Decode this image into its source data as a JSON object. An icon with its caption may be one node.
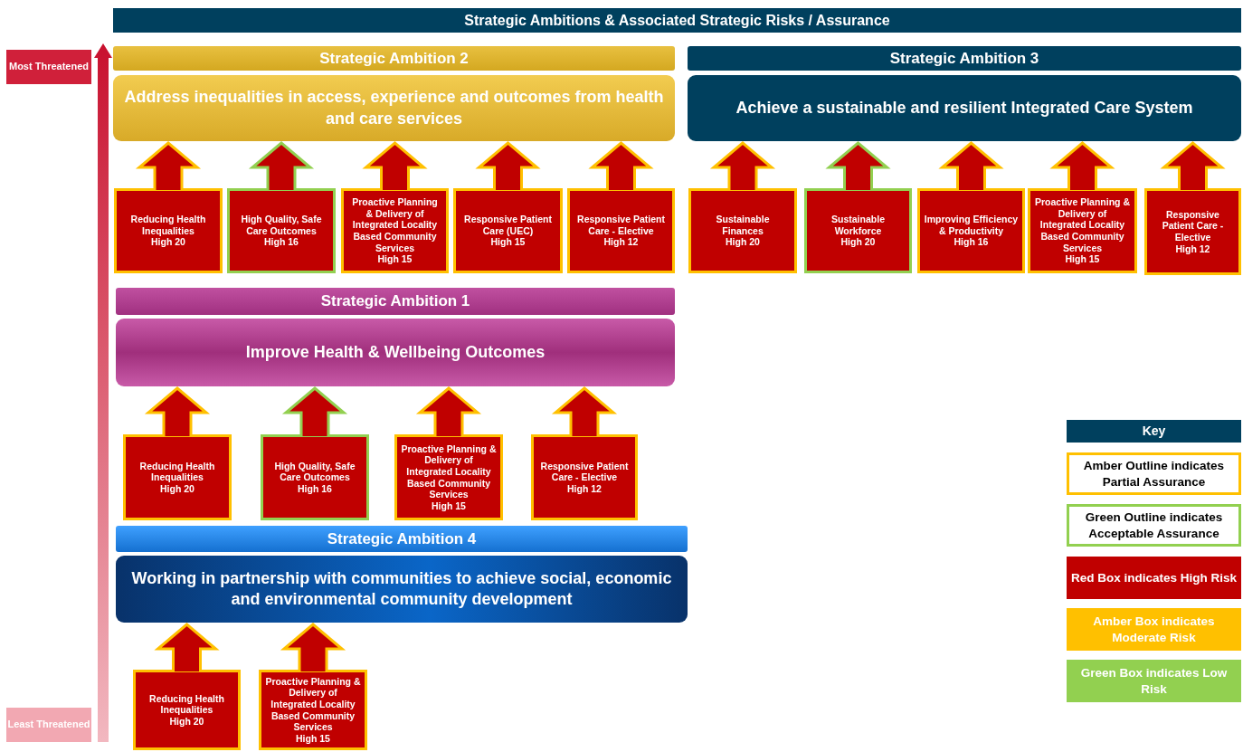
{
  "diagram": {
    "title": "Strategic Ambitions & Associated Strategic Risks / Assurance",
    "nodes": [
      {
        "text": [
          "Strategic Ambition 2",
          "Address inequalities in access, experience and outcomes from health and care services"
        ]
      },
      {
        "text": [
          "Strategic Ambition 3",
          "Achieve a sustainable and resilient Integrated Care System"
        ]
      },
      {
        "text": [
          "Reducing Health Inequalities",
          "High 20"
        ]
      },
      {
        "text": [
          "High Quality, Safe Care Outcomes",
          "High 16"
        ]
      },
      {
        "text": [
          "Proactive Planning & Delivery of Integrated Locality Based Community Services",
          "High 15"
        ]
      },
      {
        "text": [
          "Responsive Patient Care (UEC)",
          "High 15"
        ]
      },
      {
        "text": [
          "Responsive Patient Care - Elective",
          "High 12"
        ]
      },
      {
        "text": [
          "Sustainable Finances",
          "High 20"
        ]
      },
      {
        "text": [
          "Sustainable Workforce",
          "High 20"
        ]
      },
      {
        "text": [
          "Improving Efficiency & Productivity",
          "High 16"
        ]
      },
      {
        "text": [
          "Proactive Planning & Delivery of Integrated Locality Based Community Services",
          "High 15"
        ]
      },
      {
        "text": [
          "Responsive Patient Care - Elective",
          "High 12"
        ]
      },
      {
        "text": [
          "Strategic Ambition 1",
          "Improve Health & Wellbeing Outcomes"
        ]
      },
      {
        "text": [
          "Reducing Health Inequalities",
          "High 20"
        ]
      },
      {
        "text": [
          "High Quality, Safe Care Outcomes",
          "High 16"
        ]
      },
      {
        "text": [
          "Proactive Planning & Delivery of Integrated Locality Based Community Services",
          "High 15"
        ]
      },
      {
        "text": [
          "Responsive Patient Care - Elective",
          "High 12"
        ]
      },
      {
        "text": [
          "Strategic Ambition 4",
          "Working in partnership with communities to achieve social, economic and environmental community development"
        ]
      },
      {
        "text": [
          "Reducing Health Inequalities",
          "High 20"
        ]
      },
      {
        "text": [
          "Proactive Planning & Delivery of Integrated Locality Based Community Services",
          "High 15"
        ]
      }
    ],
    "edges": [
      {
        "from": 2,
        "to": 0,
        "arrow": "to"
      },
      {
        "from": 3,
        "to": 0,
        "arrow": "to",
        "color": "#92d050"
      },
      {
        "from": 4,
        "to": 0,
        "arrow": "to"
      },
      {
        "from": 5,
        "to": 0,
        "arrow": "to"
      },
      {
        "from": 6,
        "to": 0,
        "arrow": "to"
      },
      {
        "from": 7,
        "to": 1,
        "arrow": "to"
      },
      {
        "from": 8,
        "to": 1,
        "arrow": "to",
        "color": "#92d050"
      },
      {
        "from": 9,
        "to": 1,
        "arrow": "to"
      },
      {
        "from": 10,
        "to": 1,
        "arrow": "to"
      },
      {
        "from": 11,
        "to": 1,
        "arrow": "to"
      },
      {
        "from": 13,
        "to": 12,
        "arrow": "to"
      },
      {
        "from": 14,
        "to": 12,
        "arrow": "to",
        "color": "#92d050"
      },
      {
        "from": 15,
        "to": 12,
        "arrow": "to"
      },
      {
        "from": 16,
        "to": 12,
        "arrow": "to"
      },
      {
        "from": 18,
        "to": 17,
        "arrow": "to"
      },
      {
        "from": 19,
        "to": 17,
        "arrow": "to"
      }
    ],
    "labels": [
      "Most Threatened",
      "Least Threatened",
      "Key"
    ],
    "legend": [
      {
        "text": "Amber Outline indicates Partial Assurance",
        "color": "#ffc000"
      },
      {
        "text": "Green Outline indicates Acceptable Assurance",
        "color": "#92d050"
      },
      {
        "text": "Red Box indicates High Risk",
        "color": "#c00000"
      },
      {
        "text": "Amber Box indicates Moderate Risk",
        "color": "#ffc000"
      },
      {
        "text": "Green Box indicates Low Risk",
        "color": "#92d050"
      }
    ]
  }
}
